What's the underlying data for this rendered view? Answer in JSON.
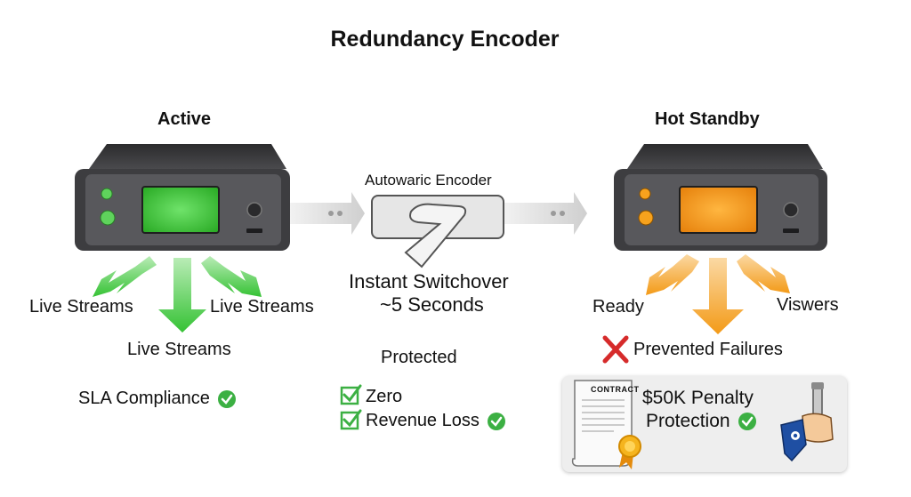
{
  "title": "Redundancy Encoder",
  "active": {
    "label": "Active",
    "stream_left": "Live Streams",
    "stream_right": "Live Streams",
    "stream_bottom": "Live Streams",
    "sla": "SLA Compliance",
    "screen_color": "#3ec43b"
  },
  "standby": {
    "label": "Hot Standby",
    "left": "Ready",
    "right": "Viswers",
    "failures": "Prevented Failures",
    "screen_color": "#f39a1a"
  },
  "middle": {
    "encoder_label": "Autowaric Encoder",
    "switchover_line1": "Instant Switchover",
    "switchover_line2": "~5 Seconds",
    "protected_heading": "Protected",
    "item1": "Zero",
    "item2": "Revenue Loss"
  },
  "penalty": {
    "contract_label": "CONTRACT",
    "line1": "$50K Penalty",
    "line2": "Protection"
  },
  "colors": {
    "green_arrow": "#4bc94a",
    "orange_arrow": "#f5a623",
    "check_green": "#3cb043",
    "cross_red": "#d62b2b",
    "device_body": "#3a3a3c"
  },
  "icons": [
    "check-circle-icon",
    "checkbox-icon",
    "cross-icon",
    "contract-icon",
    "seal-icon",
    "tool-icon"
  ]
}
